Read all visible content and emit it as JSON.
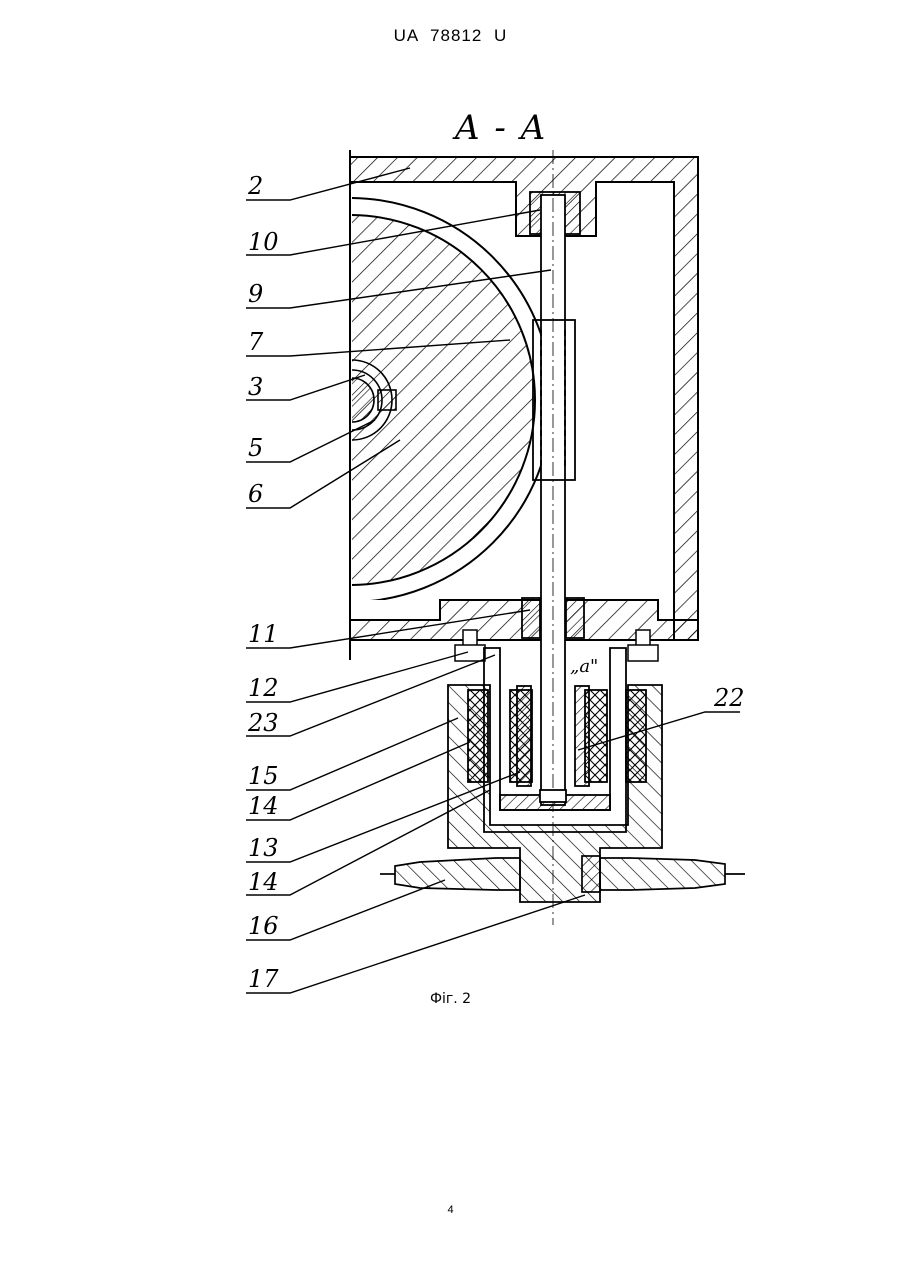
{
  "header": {
    "doc_id": "UA  78812  U"
  },
  "drawing": {
    "section_title": "A - A",
    "gap_label": "„a\"",
    "reference_numerals": [
      "2",
      "10",
      "9",
      "7",
      "3",
      "5",
      "6",
      "11",
      "12",
      "23",
      "15",
      "14",
      "13",
      "14",
      "16",
      "17",
      "22"
    ]
  },
  "caption": "Фіг. 2",
  "page_number": "4"
}
